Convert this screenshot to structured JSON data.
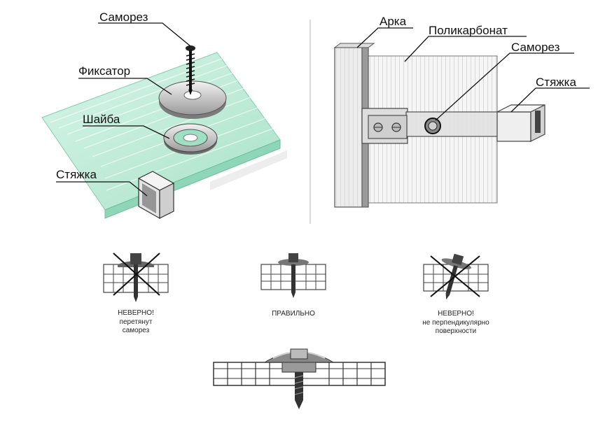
{
  "assembly": {
    "labels": {
      "screw": "Саморез",
      "fixator": "Фиксатор",
      "washer": "Шайба",
      "tie": "Стяжка"
    }
  },
  "section": {
    "labels": {
      "arch": "Арка",
      "polycarbonate": "Поликарбонат",
      "screw": "Саморез",
      "tie": "Стяжка"
    }
  },
  "examples": [
    {
      "status": "НЕВЕРНО!",
      "line1": "перетянут",
      "line2": "саморез"
    },
    {
      "status": "ПРАВИЛЬНО",
      "line1": "",
      "line2": ""
    },
    {
      "status": "НЕВЕРНО!",
      "line1": "не перпендикулярно",
      "line2": "поверхности"
    }
  ],
  "colors": {
    "sheet": "#bfe9d6",
    "washer": "#d9d9d9",
    "line": "#222222"
  }
}
